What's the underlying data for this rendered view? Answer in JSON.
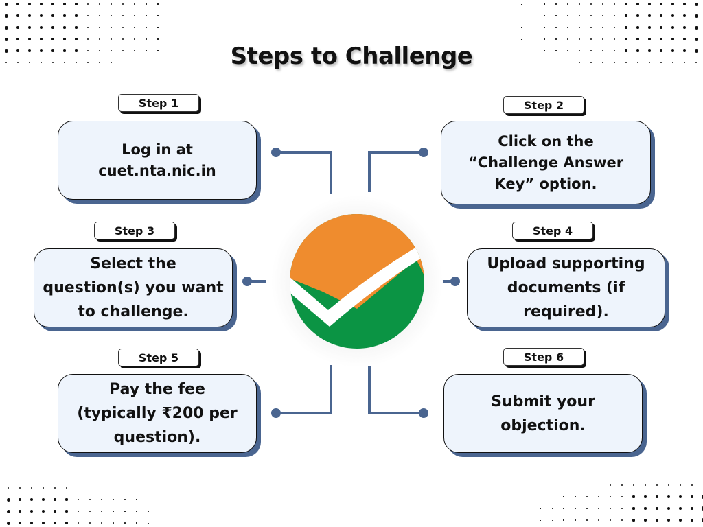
{
  "title": "Steps to Challenge",
  "colors": {
    "connector": "#4a6590",
    "card_fill": "#eef4fc",
    "card_shadow": "#4a6590",
    "logo_orange": "#ef8c2e",
    "logo_green": "#0b9444"
  },
  "steps": [
    {
      "tag": "Step 1",
      "lines": [
        "Log in at",
        "cuet.nta.nic.in"
      ]
    },
    {
      "tag": "Step 2",
      "lines": [
        "Click on the",
        "“Challenge Answer",
        "Key” option."
      ]
    },
    {
      "tag": "Step 3",
      "lines": [
        "Select the",
        "question(s) you want",
        "to challenge."
      ]
    },
    {
      "tag": "Step 4",
      "lines": [
        "Upload supporting",
        "documents (if",
        "required)."
      ]
    },
    {
      "tag": "Step 5",
      "lines": [
        "Pay the fee",
        "(typically ₹200 per",
        "question)."
      ]
    },
    {
      "tag": "Step 6",
      "lines": [
        "Submit your",
        "objection."
      ]
    }
  ],
  "logo": {
    "icon": "checkmark-logo-icon"
  }
}
